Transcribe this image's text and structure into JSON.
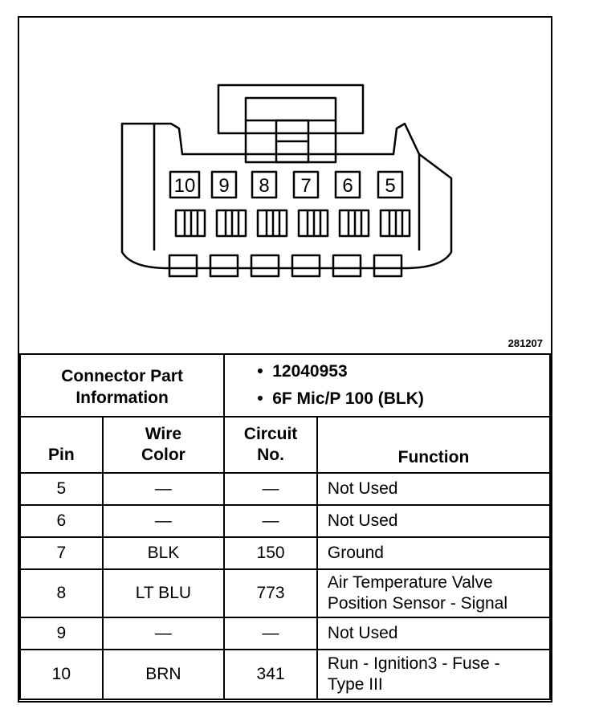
{
  "diagram": {
    "figure_number": "281207",
    "pin_labels": [
      "10",
      "9",
      "8",
      "7",
      "6",
      "5"
    ]
  },
  "connector_info": {
    "label_line1": "Connector Part",
    "label_line2": "Information",
    "items": [
      "12040953",
      "6F Mic/P 100 (BLK)"
    ]
  },
  "table": {
    "headers": {
      "pin": "Pin",
      "wire_color_line1": "Wire",
      "wire_color_line2": "Color",
      "circuit_line1": "Circuit",
      "circuit_line2": "No.",
      "function": "Function"
    },
    "rows": [
      {
        "pin": "5",
        "wire": "—",
        "circuit": "—",
        "function_lines": [
          "Not Used"
        ]
      },
      {
        "pin": "6",
        "wire": "—",
        "circuit": "—",
        "function_lines": [
          "Not Used"
        ]
      },
      {
        "pin": "7",
        "wire": "BLK",
        "circuit": "150",
        "function_lines": [
          "Ground"
        ]
      },
      {
        "pin": "8",
        "wire": "LT BLU",
        "circuit": "773",
        "function_lines": [
          "Air Temperature Valve",
          "Position Sensor - Signal"
        ]
      },
      {
        "pin": "9",
        "wire": "—",
        "circuit": "—",
        "function_lines": [
          "Not Used"
        ]
      },
      {
        "pin": "10",
        "wire": "BRN",
        "circuit": "341",
        "function_lines": [
          "Run - Ignition3 - Fuse -",
          "Type III"
        ]
      }
    ]
  }
}
